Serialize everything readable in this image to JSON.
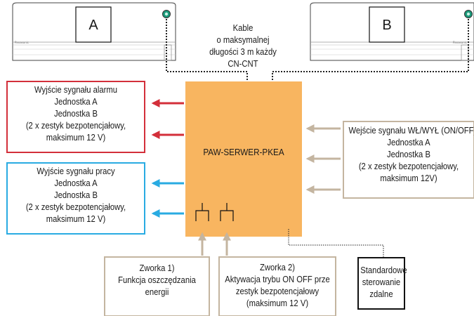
{
  "units": {
    "unit_a_label": "A",
    "unit_b_label": "B",
    "brand_text": "Panasonic"
  },
  "cable_note": {
    "lines": [
      "Kable",
      "o maksymalnej",
      "długości 3 m każdy",
      "CN-CNT"
    ]
  },
  "controller": {
    "name": "PAW-SERWER-PKEA"
  },
  "alarm_output": {
    "lines": [
      "Wyjście sygnału alarmu",
      "Jednostka A",
      "Jednostka B",
      "(2 x zestyk bezpotencjałowy,",
      "maksimum 12 V)"
    ]
  },
  "work_output": {
    "lines": [
      "Wyjście sygnału pracy",
      "Jednostka A",
      "Jednostka B",
      "(2 x zestyk bezpotencjałowy,",
      "maksimum 12 V)"
    ]
  },
  "onoff_input": {
    "lines": [
      "Wejście sygnału WŁ/WYŁ (ON/OFF)",
      "Jednostka A",
      "Jednostka B",
      "(2 x zestyk bezpotencjałowy,",
      "maksimum 12V)"
    ]
  },
  "jumper_1": {
    "lines": [
      "Zworka 1)",
      "Funkcja oszczędzania",
      "energii"
    ]
  },
  "jumper_2": {
    "lines": [
      "Zworka 2)",
      "Aktywacja trybu ON OFF przez",
      "zestyk bezpotencjałowy",
      "(maksimum 12 V)"
    ]
  },
  "remote": {
    "lines": [
      "Standardowe",
      "sterowanie",
      "zdalne"
    ]
  },
  "colors": {
    "controller_fill": "#f8b560",
    "alarm": "#d32f3a",
    "work": "#29abe2",
    "input_arrow": "#c4b5a0",
    "led": "#1a9a7a"
  },
  "icons": [
    "indoor-unit-a",
    "indoor-unit-b",
    "led-indicator-icon",
    "jumper-icon"
  ]
}
